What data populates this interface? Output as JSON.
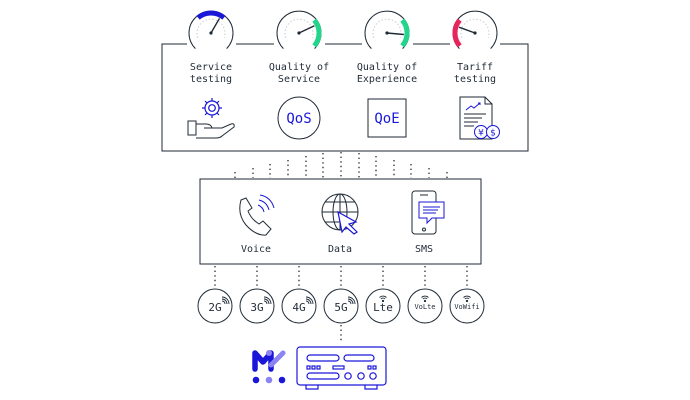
{
  "metrics": [
    {
      "line1": "Service",
      "line2": "testing",
      "icon": "gear-hand-icon",
      "gauge_color": "#1a17d9"
    },
    {
      "line1": "Quality of",
      "line2": "Service",
      "icon": "qos-badge-icon",
      "badge": "QoS",
      "gauge_color": "#1fd68a"
    },
    {
      "line1": "Quality of",
      "line2": "Experience",
      "icon": "qoe-badge-icon",
      "badge": "QoE",
      "gauge_color": "#1fd68a"
    },
    {
      "line1": "Tariff",
      "line2": "testing",
      "icon": "invoice-currency-icon",
      "gauge_color": "#e8245a"
    }
  ],
  "services": [
    {
      "label": "Voice",
      "icon": "phone-call-icon"
    },
    {
      "label": "Data",
      "icon": "globe-cursor-icon"
    },
    {
      "label": "SMS",
      "icon": "mobile-message-icon"
    }
  ],
  "networks": [
    "2G",
    "3G",
    "4G",
    "5G",
    "Lte",
    "VoLte",
    "VoWifi"
  ],
  "colors": {
    "accent": "#1a17d9",
    "line": "#1f2a36",
    "green": "#1fd68a",
    "red": "#e8245a",
    "logo_light": "#8b84f2"
  }
}
